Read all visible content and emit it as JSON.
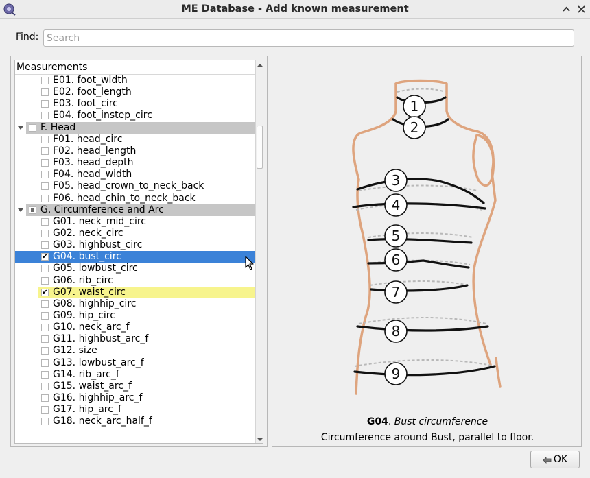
{
  "window": {
    "title": "ME Database - Add known measurement"
  },
  "find": {
    "label": "Find:",
    "placeholder": "Search",
    "value": ""
  },
  "tree": {
    "header": "Measurements",
    "rows": [
      {
        "kind": "item",
        "label": "E01. foot_width",
        "checked": false
      },
      {
        "kind": "item",
        "label": "E02. foot_length",
        "checked": false
      },
      {
        "kind": "item",
        "label": "E03. foot_circ",
        "checked": false
      },
      {
        "kind": "item",
        "label": "E04. foot_instep_circ",
        "checked": false
      },
      {
        "kind": "group",
        "label": "F. Head",
        "checked": false
      },
      {
        "kind": "item",
        "label": "F01. head_circ",
        "checked": false
      },
      {
        "kind": "item",
        "label": "F02. head_length",
        "checked": false
      },
      {
        "kind": "item",
        "label": "F03. head_depth",
        "checked": false
      },
      {
        "kind": "item",
        "label": "F04. head_width",
        "checked": false
      },
      {
        "kind": "item",
        "label": "F05. head_crown_to_neck_back",
        "checked": false
      },
      {
        "kind": "item",
        "label": "F06. head_chin_to_neck_back",
        "checked": false
      },
      {
        "kind": "group",
        "label": "G. Circumference and Arc",
        "checked": "partial"
      },
      {
        "kind": "item",
        "label": "G01. neck_mid_circ",
        "checked": false
      },
      {
        "kind": "item",
        "label": "G02. neck_circ",
        "checked": false
      },
      {
        "kind": "item",
        "label": "G03. highbust_circ",
        "checked": false
      },
      {
        "kind": "item",
        "label": "G04. bust_circ",
        "checked": true,
        "state": "selected"
      },
      {
        "kind": "item",
        "label": "G05. lowbust_circ",
        "checked": false
      },
      {
        "kind": "item",
        "label": "G06. rib_circ",
        "checked": false
      },
      {
        "kind": "item",
        "label": "G07. waist_circ",
        "checked": true,
        "state": "highlighted"
      },
      {
        "kind": "item",
        "label": "G08. highhip_circ",
        "checked": false
      },
      {
        "kind": "item",
        "label": "G09. hip_circ",
        "checked": false
      },
      {
        "kind": "item",
        "label": "G10. neck_arc_f",
        "checked": false
      },
      {
        "kind": "item",
        "label": "G11. highbust_arc_f",
        "checked": false
      },
      {
        "kind": "item",
        "label": "G12. size",
        "checked": false
      },
      {
        "kind": "item",
        "label": "G13. lowbust_arc_f",
        "checked": false
      },
      {
        "kind": "item",
        "label": "G14. rib_arc_f",
        "checked": false
      },
      {
        "kind": "item",
        "label": "G15. waist_arc_f",
        "checked": false
      },
      {
        "kind": "item",
        "label": "G16. highhip_arc_f",
        "checked": false
      },
      {
        "kind": "item",
        "label": "G17. hip_arc_f",
        "checked": false
      },
      {
        "kind": "item",
        "label": "G18. neck_arc_half_f",
        "checked": false
      }
    ]
  },
  "diagram": {
    "labels": [
      "1",
      "2",
      "3",
      "4",
      "5",
      "6",
      "7",
      "8",
      "9"
    ],
    "caption_code": "G04",
    "caption_sep": ". ",
    "caption_name": "Bust circumference",
    "description": "Circumference around Bust, parallel to floor."
  },
  "ok_button": {
    "label": "OK"
  },
  "colors": {
    "selected_bg": "#3b82d8",
    "highlight_bg": "#f7f48d",
    "group_bg": "#c6c6c6",
    "body_outline": "#dea47e"
  }
}
